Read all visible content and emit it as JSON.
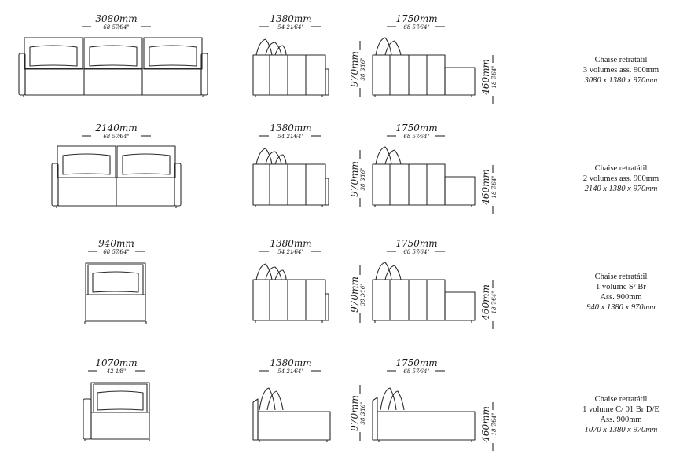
{
  "rows": [
    {
      "front_main": "3080mm",
      "front_sub": "68 57⁄64\"",
      "side_main": "1380mm",
      "side_sub": "54 21⁄64\"",
      "chaise_main": "1750mm",
      "chaise_sub": "68 57⁄64\"",
      "height_main": "970mm",
      "height_sub": "38 3⁄16\"",
      "seat_main": "460mm",
      "seat_sub": "18 7⁄64\"",
      "label": [
        "Chaise retratátil",
        "3 volumes  ass. 900mm",
        "3080 x 1380 x 970mm"
      ]
    },
    {
      "front_main": "2140mm",
      "front_sub": "68 57⁄64\"",
      "side_main": "1380mm",
      "side_sub": "54 21⁄64\"",
      "chaise_main": "1750mm",
      "chaise_sub": "68 57⁄64\"",
      "height_main": "970mm",
      "height_sub": "38 3⁄16\"",
      "seat_main": "460mm",
      "seat_sub": "18 7⁄64\"",
      "label": [
        "Chaise retratátil",
        "2 volumes  ass. 900mm",
        "2140 x 1380 x 970mm"
      ]
    },
    {
      "front_main": "940mm",
      "front_sub": "68 57⁄64\"",
      "side_main": "1380mm",
      "side_sub": "54 21⁄64\"",
      "chaise_main": "1750mm",
      "chaise_sub": "68 57⁄64\"",
      "height_main": "970mm",
      "height_sub": "38 3⁄16\"",
      "seat_main": "460mm",
      "seat_sub": "18 7⁄64\"",
      "label": [
        "Chaise retratátil",
        "1 volume  S/ Br",
        "Ass. 900mm",
        "940 x 1380 x 970mm"
      ]
    },
    {
      "front_main": "1070mm",
      "front_sub": "42 1⁄8\"",
      "side_main": "1380mm",
      "side_sub": "54 21⁄64\"",
      "chaise_main": "1750mm",
      "chaise_sub": "68 57⁄64\"",
      "height_main": "970mm",
      "height_sub": "38 3⁄16\"",
      "seat_main": "460mm",
      "seat_sub": "18 7⁄64\"",
      "label": [
        "Chaise retratátil",
        "1 volume  C/ 01 Br D/E",
        "Ass. 900mm",
        "1070 x 1380 x 970mm"
      ]
    }
  ]
}
